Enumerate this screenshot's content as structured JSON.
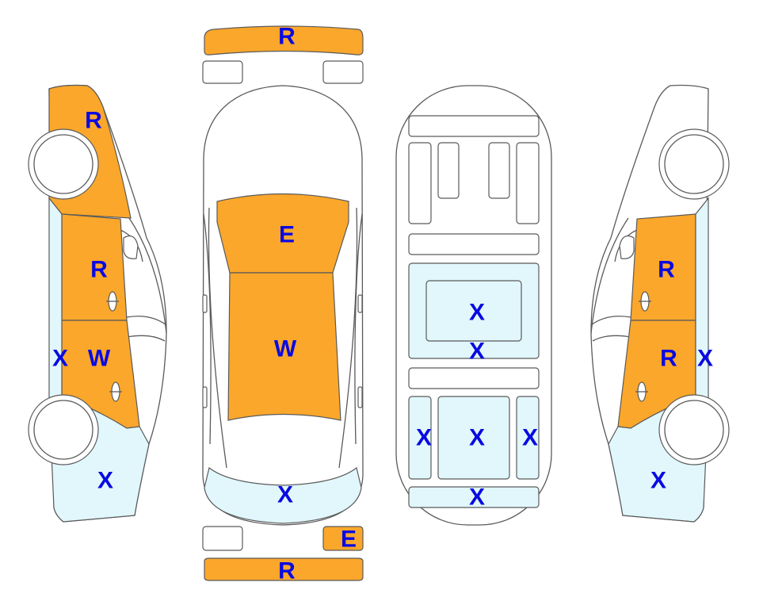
{
  "colors": {
    "replaced": "#FBA72B",
    "scratch": "#E1F7FC",
    "none": "#FFFFFF",
    "outline": "#5a5a5a",
    "label": "#0A0AE0"
  },
  "marks": {
    "front_bumper": "R",
    "hood": "E",
    "roof": "W",
    "trunk": "X",
    "rear_small_part": "E",
    "rear_bumper": "R",
    "left_front_fender": "R",
    "left_front_door": "R",
    "left_rear_door": "W",
    "left_rocker": "X",
    "left_rear_quarter": "X",
    "floor_center": "X",
    "floor_crossmember": "X",
    "floor_left_rail": "X",
    "floor_mid_panel": "X",
    "floor_right_rail": "X",
    "floor_rear_panel": "X",
    "right_front_door": "R",
    "right_rear_door": "R",
    "right_rocker": "X",
    "right_rear_quarter": "X"
  }
}
